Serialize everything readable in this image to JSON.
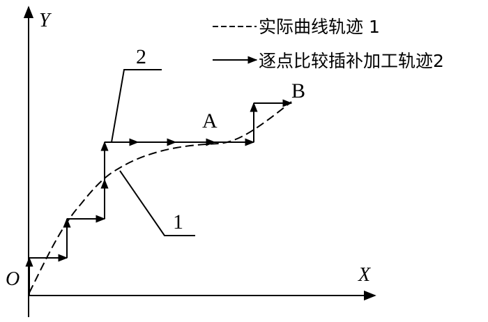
{
  "axes": {
    "y_label": "Y",
    "x_label": "X",
    "origin_label": "O"
  },
  "legend": {
    "actual_curve": "实际曲线轨迹 1",
    "interpolation_path": "逐点比较插补加工轨迹2"
  },
  "points": {
    "a": "A",
    "b": "B"
  },
  "callouts": {
    "path_number": "2",
    "curve_number": "1"
  }
}
